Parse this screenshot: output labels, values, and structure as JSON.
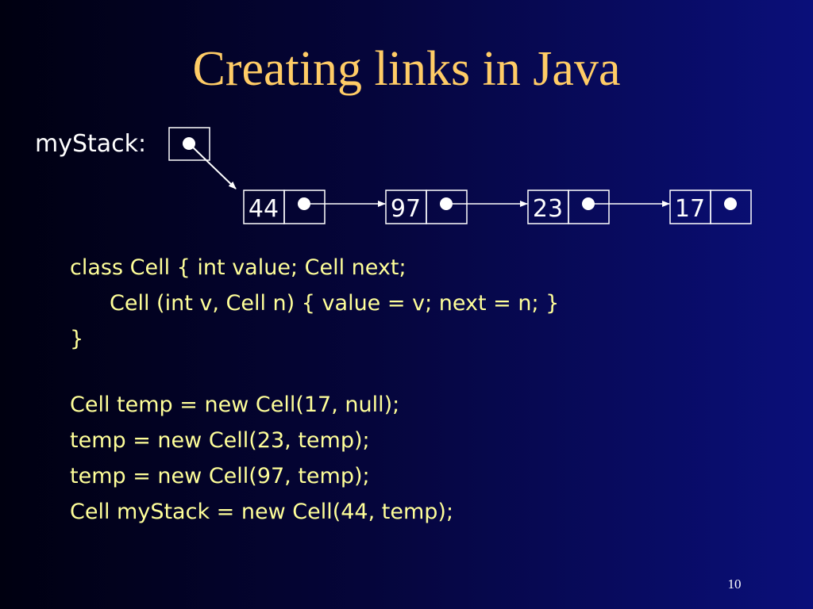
{
  "slide": {
    "title": "Creating links in Java",
    "page_number": "10"
  },
  "diagram": {
    "var_label": "myStack:",
    "cells": [
      "44",
      "97",
      "23",
      "17"
    ]
  },
  "code_class": [
    "class Cell { int value; Cell next;",
    "Cell (int v, Cell n) { value = v; next = n; }",
    "}"
  ],
  "code_statements": [
    "Cell temp = new Cell(17, null);",
    "temp = new Cell(23, temp);",
    "temp = new Cell(97, temp);",
    "Cell myStack = new Cell(44, temp);"
  ],
  "colors": {
    "title": "#ffcc66",
    "code": "#ffff99",
    "diagram": "#ffffff"
  }
}
